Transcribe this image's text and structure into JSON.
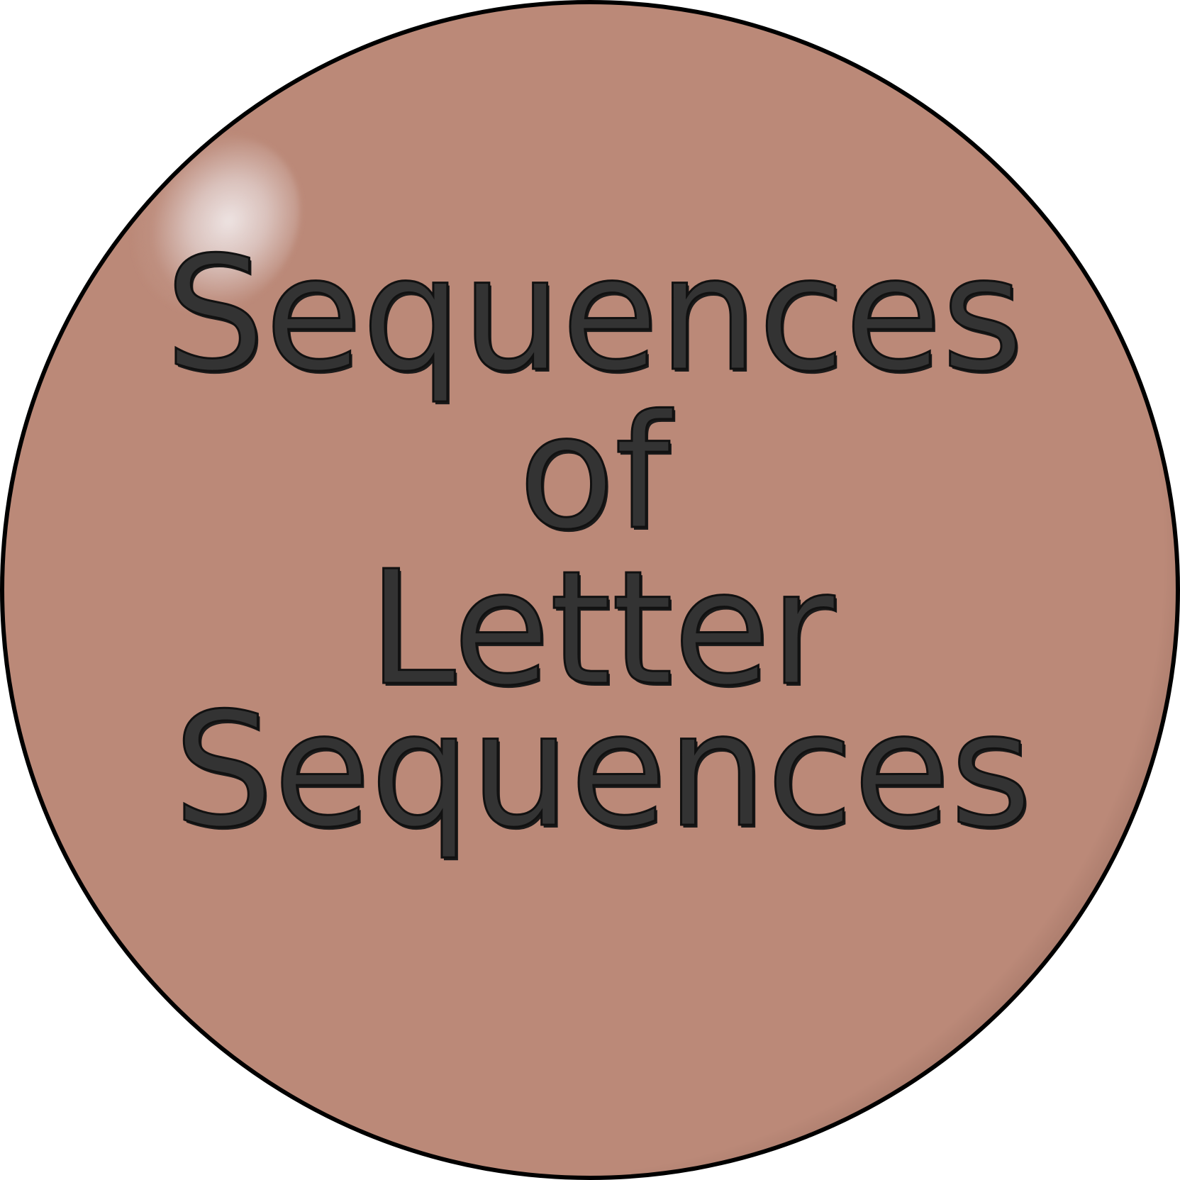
{
  "button": {
    "lines": [
      "Sequences",
      "of",
      "Letter",
      "Sequences"
    ],
    "colors": {
      "disc": "#bb8978",
      "text": "#333333",
      "edge": "#000000",
      "highlight": "#efe6e6"
    }
  }
}
